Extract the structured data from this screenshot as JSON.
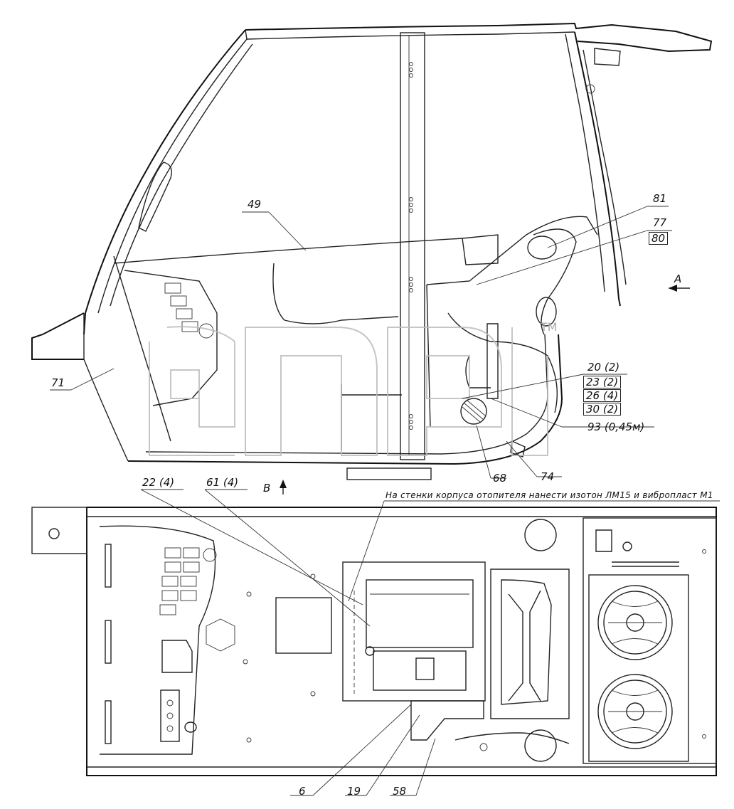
{
  "labels": {
    "p49": "49",
    "p81": "81",
    "p77": "77",
    "p80": "80",
    "pA": "A",
    "p71": "71",
    "p20": "20 (2)",
    "p23": "23 (2)",
    "p26": "26 (4)",
    "p30": "30 (2)",
    "p93": "93 (0,45м)",
    "p68": "68",
    "p74": "74",
    "p22": "22 (4)",
    "p61": "61 (4)",
    "pB": "B",
    "p6": "6",
    "p19": "19",
    "p58": "58"
  },
  "note": "На стенки корпуса отопителя нанести изотон ЛМ15 и вибропласт М1",
  "watermark_tm": "TM"
}
